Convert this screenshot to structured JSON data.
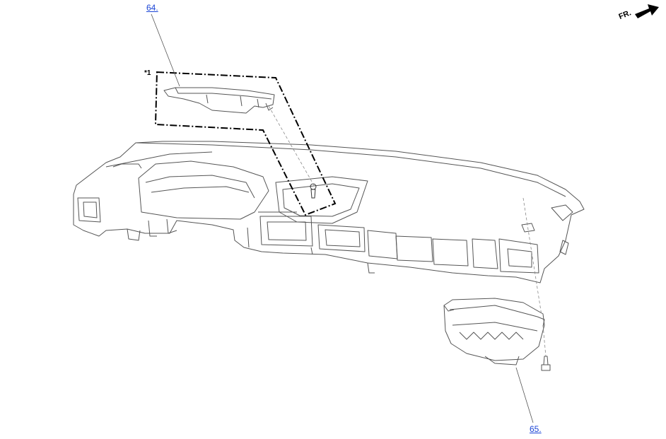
{
  "callouts": [
    {
      "id": "64",
      "label": "64."
    },
    {
      "id": "65",
      "label": "65."
    }
  ],
  "markers": {
    "detail_marker": "*1"
  },
  "orientation": {
    "front_label": "FR."
  },
  "colors": {
    "link": "#1a44d6",
    "line": "#555555",
    "dash": "#000000"
  }
}
